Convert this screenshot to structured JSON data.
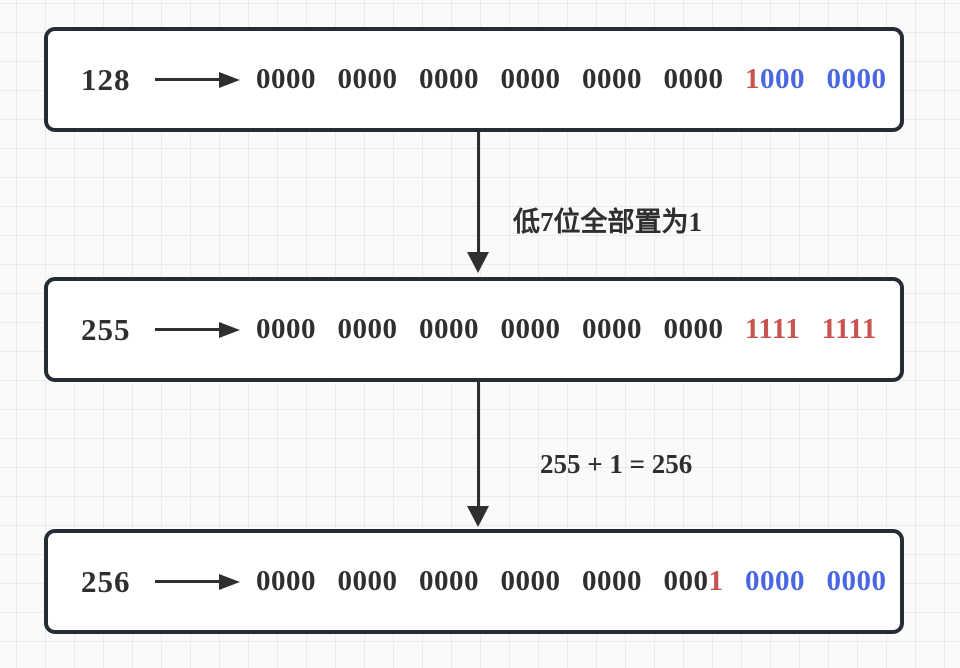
{
  "colors": {
    "red": "#c7544f",
    "blue": "#4a66e0",
    "ink": "#2f2f2f",
    "border": "#262c36"
  },
  "rows": [
    {
      "value": "128",
      "bits_black": "0000  0000  0000  0000  0000  0000  ",
      "bits_red": "1",
      "bits_blue": "000  0000"
    },
    {
      "value": "255",
      "bits_black": "0000  0000  0000  0000  0000  0000  ",
      "bits_red": "1111  1111",
      "bits_blue": ""
    },
    {
      "value": "256",
      "bits_black": "0000  0000  0000  0000  0000  000",
      "bits_red": "1",
      "bits_blue": "  0000  0000"
    }
  ],
  "arrows": [
    {
      "label": "低7位全部置为1"
    },
    {
      "label": "255 + 1 = 256"
    }
  ]
}
